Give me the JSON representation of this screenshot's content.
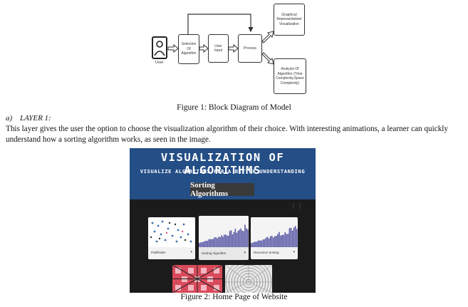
{
  "figure1": {
    "user_label": "User",
    "boxes": {
      "selection": "Selection\nOf\nAlgorithm",
      "user_input": "User\nInput",
      "process": "Process",
      "graphical": "Graphical\nRepresentation/\nVisualization",
      "analysis": "Analysis Of\nAlgorithm (Time\nComplexity,Space\nComplexity)"
    },
    "caption": "Figure 1: Block Diagram of Model"
  },
  "section": {
    "number": "a)",
    "title": "LAYER 1:",
    "paragraph": "This layer gives the user the option to choose the visualization algorithm of their choice. With interesting animations, a learner can quickly understand how a sorting algorithm works, as seen in the image."
  },
  "figure2": {
    "title": "VISUALIZATION OF ALGORITHMS",
    "subtitle": "VISUALIZE ALGORITHMS FOR A BETTER UNDERSTANDING",
    "badge": "Sorting Algorithms",
    "cards": [
      {
        "label": "Pathfinder"
      },
      {
        "label": "Sorting Algorithm"
      },
      {
        "label": "Recursive Sorting"
      }
    ],
    "caption": "Figure 2: Home Page of Website",
    "colors": {
      "hero": "#244e86",
      "page": "#1b1b1b",
      "bars": "#5b5ba8"
    }
  }
}
